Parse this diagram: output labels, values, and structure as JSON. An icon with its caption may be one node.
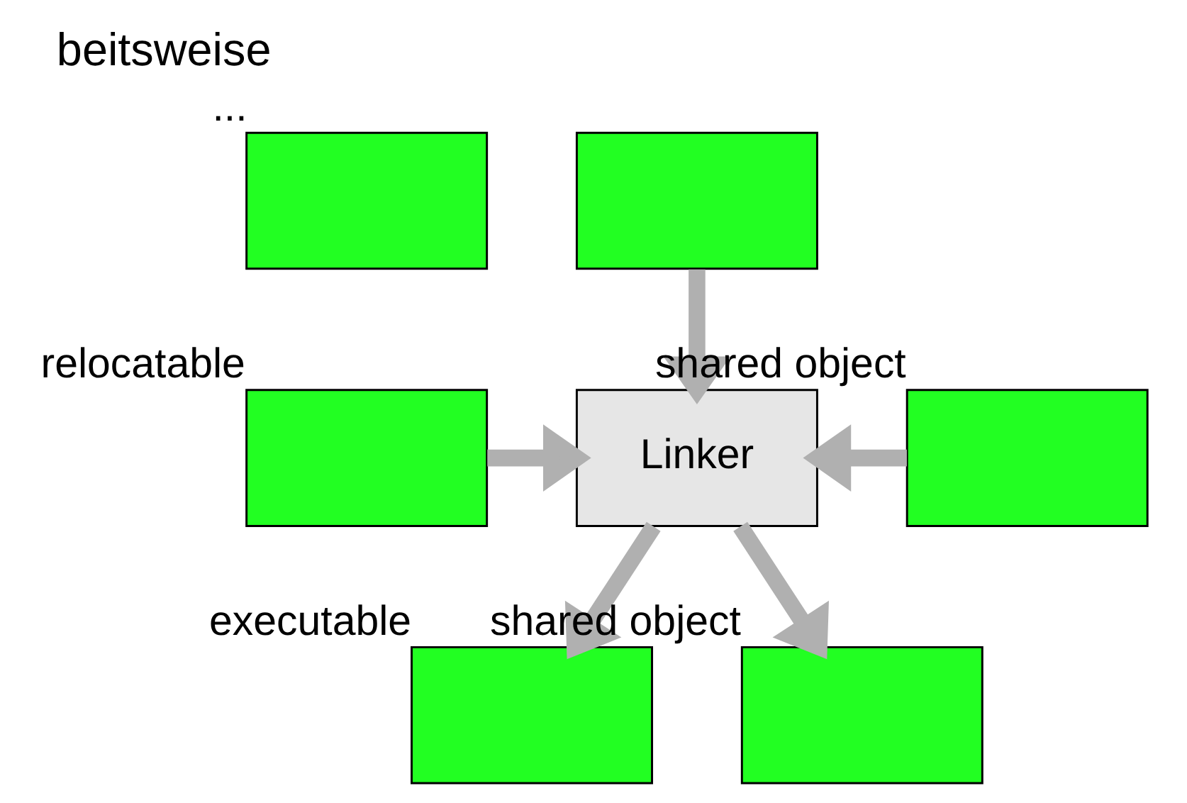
{
  "diagram": {
    "title": "beitsweise",
    "nodes": [
      {
        "text": [],
        "shape": "box",
        "beside": [
          "..."
        ]
      },
      {
        "text": [],
        "shape": "box"
      },
      {
        "text": [],
        "shape": "box",
        "beside": [
          "relocatable"
        ]
      },
      {
        "text": [
          "Linker"
        ]
      },
      {
        "text": [],
        "shape": "box",
        "beside": [
          "shared object"
        ]
      },
      {
        "text": [],
        "shape": "box",
        "beside": [
          "executable"
        ]
      },
      {
        "text": [],
        "shape": "box",
        "beside": [
          "shared object"
        ]
      }
    ],
    "edges": [
      {
        "from": 1,
        "to": 3,
        "arrow": "to"
      },
      {
        "from": 2,
        "to": 3,
        "arrow": "to"
      },
      {
        "from": 4,
        "to": 3,
        "arrow": "to"
      },
      {
        "from": 3,
        "to": 5,
        "arrow": "to"
      },
      {
        "from": 3,
        "to": 6,
        "arrow": "to"
      }
    ]
  }
}
